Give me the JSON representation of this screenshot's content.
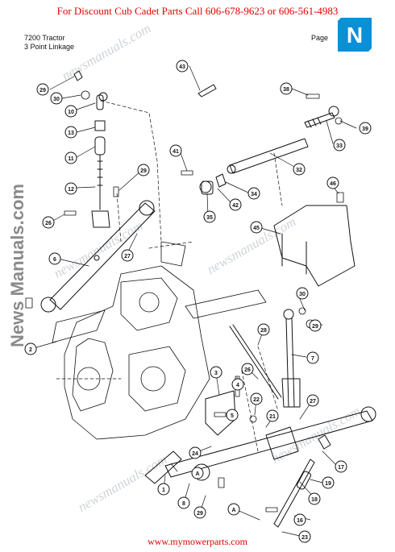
{
  "banner": "For  Discount Cub Cadet Parts Call 606-678-9623 or 606-561-4983",
  "header": {
    "model": "7200 Tractor",
    "section": "3 Point Linkage",
    "page_label": "Page"
  },
  "side_text": "News Manuals.com",
  "logo_letter": "N",
  "watermark": "newsmanuals.com",
  "footer": "www.mymowerparts.com",
  "callouts": {
    "c43": "43",
    "c38": "38",
    "c29a": "29",
    "c30a": "30",
    "c10": "10",
    "c39": "39",
    "c13": "13",
    "c33": "33",
    "c11": "11",
    "c41": "41",
    "c29b": "29",
    "c32": "32",
    "c12": "12",
    "c46": "46",
    "c34": "34",
    "c42": "42",
    "c35": "35",
    "c26a": "26",
    "c45": "45",
    "c27a": "27",
    "c6": "6",
    "c30b": "30",
    "c29c": "29",
    "c2": "2",
    "c28": "28",
    "c7": "7",
    "c3": "3",
    "c4": "4",
    "c26b": "26",
    "c22": "22",
    "c27b": "27",
    "c5": "5",
    "c21": "21",
    "c24": "24",
    "c17": "17",
    "c19": "19",
    "c1": "1",
    "c8": "8",
    "c29d": "29",
    "c18": "18",
    "c16": "16",
    "c23": "23",
    "cA1": "A",
    "cA2": "A"
  }
}
